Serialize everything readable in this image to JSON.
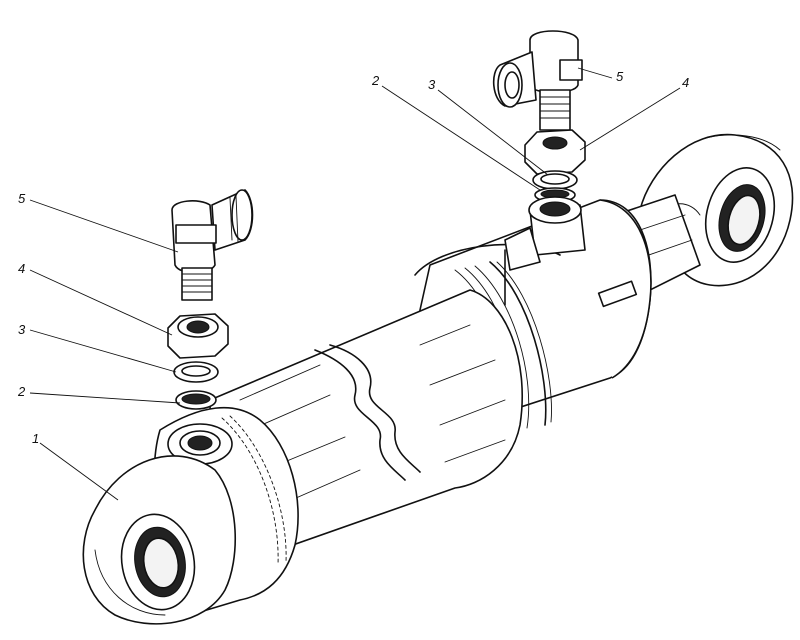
{
  "callouts": {
    "c1": "1",
    "c2_left": "2",
    "c3_left": "3",
    "c4_left": "4",
    "c5_left": "5",
    "c2_right": "2",
    "c3_right": "3",
    "c4_right": "4",
    "c5_right": "5"
  }
}
